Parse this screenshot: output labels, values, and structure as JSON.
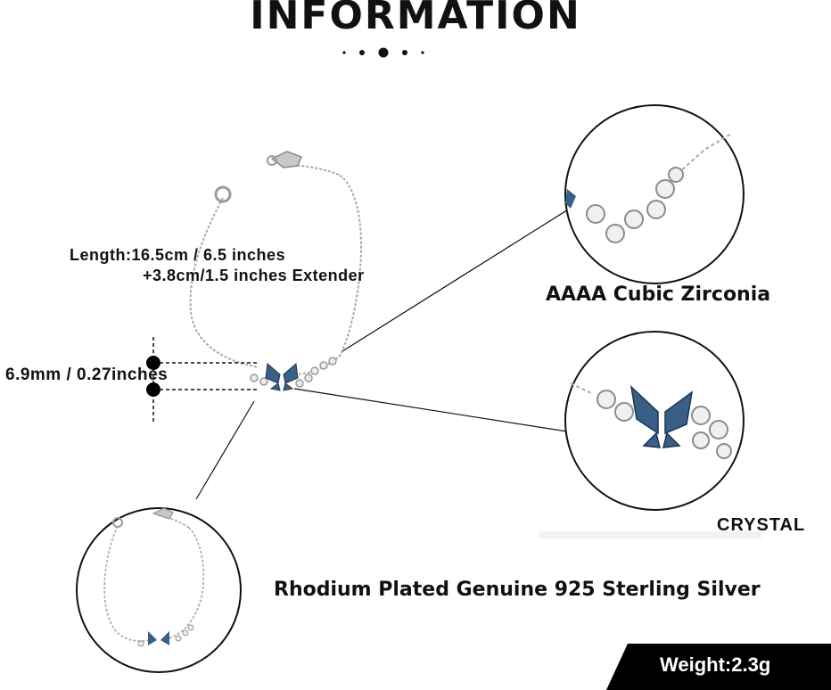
{
  "header": {
    "title": "INFORMATION"
  },
  "specs": {
    "length_line1": "Length:16.5cm / 6.5 inches",
    "length_line2": "+3.8cm/1.5 inches Extender",
    "thickness": "6.9mm / 0.27inches",
    "stone_label": "AAAA Cubic Zirconia",
    "crystal_label": "CRYSTAL",
    "material_label": "Rhodium Plated Genuine 925 Sterling Silver",
    "weight_label": "Weight:2.3g"
  },
  "colors": {
    "crystal_blue": "#3a5f86",
    "silver": "#9a9a9a",
    "text": "#111111",
    "weight_bar": "#000000"
  }
}
